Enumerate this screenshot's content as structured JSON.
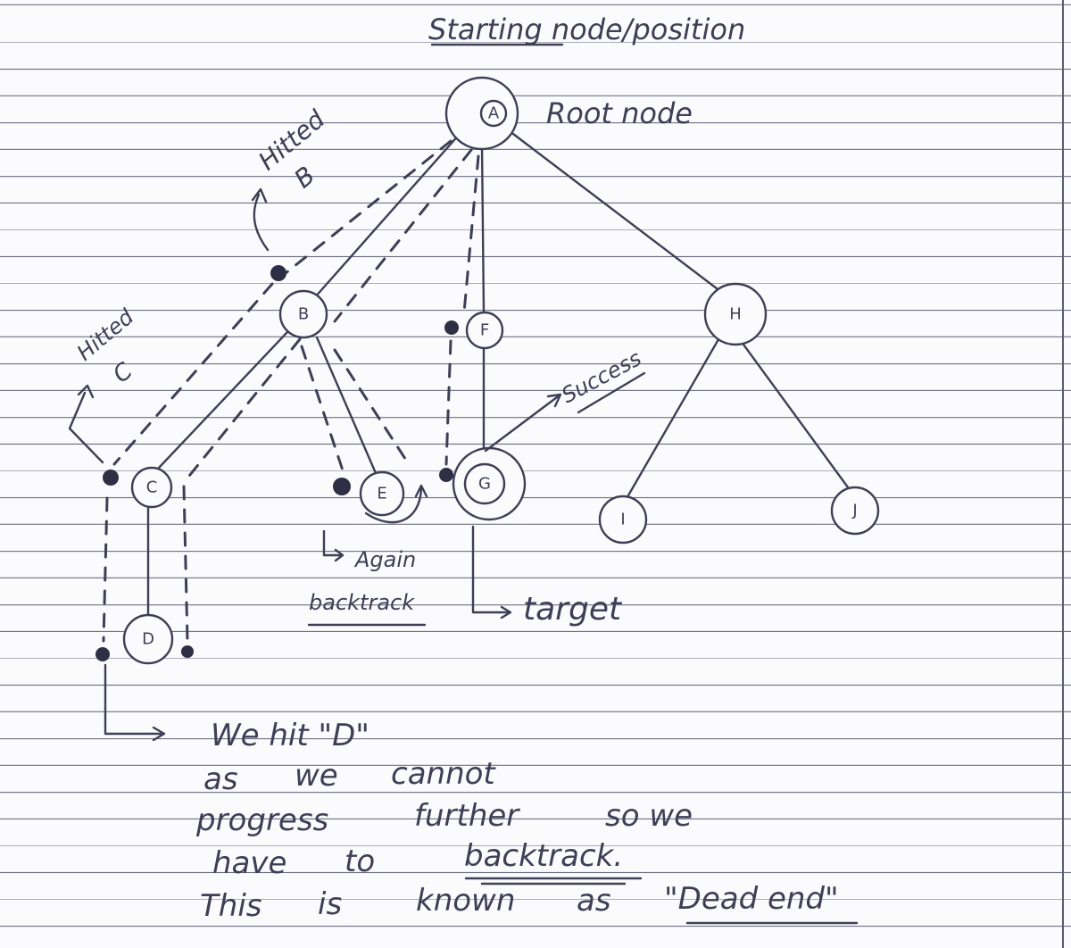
{
  "title": "Starting node/position",
  "root_label": "Root node",
  "nodes": {
    "A": "A",
    "B": "B",
    "C": "C",
    "D": "D",
    "E": "E",
    "F": "F",
    "G": "G",
    "H": "H",
    "I": "I",
    "J": "J"
  },
  "annotations": {
    "hitted_b_line1": "Hitted",
    "hitted_b_line2": "B",
    "hitted_c_line1": "Hitted",
    "hitted_c_line2": "C",
    "success": "Success",
    "again": "Again",
    "backtrack": "backtrack",
    "target": "target"
  },
  "notes": {
    "line1": "We hit \"D\"",
    "line2_a": "as",
    "line2_b": "we",
    "line2_c": "cannot",
    "line3_a": "progress",
    "line3_b": "further",
    "line3_c": "so we",
    "line4_a": "have",
    "line4_b": "to",
    "line4_c": "backtrack.",
    "line5_a": "This",
    "line5_b": "is",
    "line5_c": "known",
    "line5_d": "as",
    "line5_e": "\"Dead end\""
  },
  "colors": {
    "ink": "#3e3f56",
    "paper": "#fbfbfd",
    "rule": "#6b6c80"
  }
}
